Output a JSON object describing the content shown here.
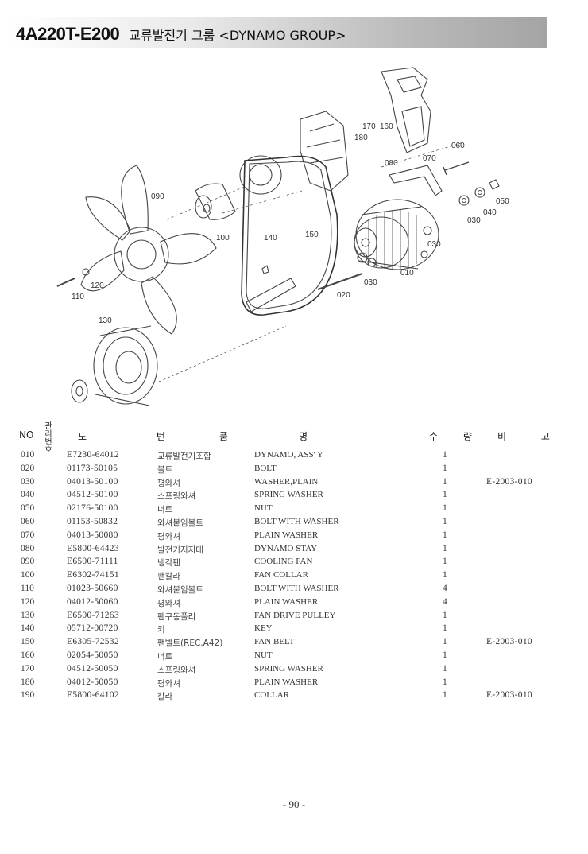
{
  "header": {
    "model_code": "4A220T-E200",
    "group_name": "교류발전기 그룹 <DYNAMO GROUP>"
  },
  "diagram": {
    "callouts": [
      "170",
      "160",
      "180",
      "060",
      "070",
      "080",
      "090",
      "050",
      "040",
      "030",
      "100",
      "140",
      "150",
      "030",
      "010",
      "030",
      "020",
      "120",
      "110",
      "130"
    ]
  },
  "table": {
    "headers": {
      "no": "NO",
      "ref": "관리 번호",
      "part_no": "도 번",
      "name_kr": "품",
      "name_en": "명",
      "qty": "수 량",
      "remark": "비 고"
    },
    "rows": [
      {
        "no": "010",
        "part": "E7230-64012",
        "kor": "교류발전기조합",
        "name": "DYNAMO, ASS' Y",
        "qty": "1",
        "remark": ""
      },
      {
        "no": "020",
        "part": "01173-50105",
        "kor": "볼트",
        "name": "BOLT",
        "qty": "1",
        "remark": ""
      },
      {
        "no": "030",
        "part": "04013-50100",
        "kor": "평와셔",
        "name": "WASHER,PLAIN",
        "qty": "1",
        "remark": "E-2003-010"
      },
      {
        "no": "040",
        "part": "04512-50100",
        "kor": "스프링와셔",
        "name": "SPRING WASHER",
        "qty": "1",
        "remark": ""
      },
      {
        "no": "050",
        "part": "02176-50100",
        "kor": "너트",
        "name": "NUT",
        "qty": "1",
        "remark": ""
      },
      {
        "no": "060",
        "part": "01153-50832",
        "kor": "와셔붙임볼트",
        "name": "BOLT WITH WASHER",
        "qty": "1",
        "remark": ""
      },
      {
        "no": "070",
        "part": "04013-50080",
        "kor": "평와셔",
        "name": "PLAIN WASHER",
        "qty": "1",
        "remark": ""
      },
      {
        "no": "080",
        "part": "E5800-64423",
        "kor": "발전기지지대",
        "name": "DYNAMO STAY",
        "qty": "1",
        "remark": ""
      },
      {
        "no": "090",
        "part": "E6500-71111",
        "kor": "냉각팬",
        "name": "COOLING FAN",
        "qty": "1",
        "remark": ""
      },
      {
        "no": "100",
        "part": "E6302-74151",
        "kor": "팬칼라",
        "name": "FAN COLLAR",
        "qty": "1",
        "remark": ""
      },
      {
        "no": "110",
        "part": "01023-50660",
        "kor": "와셔붙임볼트",
        "name": "BOLT WITH WASHER",
        "qty": "4",
        "remark": ""
      },
      {
        "no": "120",
        "part": "04012-50060",
        "kor": "평와셔",
        "name": "PLAIN WASHER",
        "qty": "4",
        "remark": ""
      },
      {
        "no": "130",
        "part": "E6500-71263",
        "kor": "팬구동풀리",
        "name": "FAN DRIVE PULLEY",
        "qty": "1",
        "remark": ""
      },
      {
        "no": "140",
        "part": "05712-00720",
        "kor": "키",
        "name": "KEY",
        "qty": "1",
        "remark": ""
      },
      {
        "no": "150",
        "part": "E6305-72532",
        "kor": "팬벨트(REC.A42)",
        "name": "FAN BELT",
        "qty": "1",
        "remark": "E-2003-010"
      },
      {
        "no": "160",
        "part": "02054-50050",
        "kor": "너트",
        "name": "NUT",
        "qty": "1",
        "remark": ""
      },
      {
        "no": "170",
        "part": "04512-50050",
        "kor": "스프링와셔",
        "name": "SPRING WASHER",
        "qty": "1",
        "remark": ""
      },
      {
        "no": "180",
        "part": "04012-50050",
        "kor": "평와셔",
        "name": "PLAIN WASHER",
        "qty": "1",
        "remark": ""
      },
      {
        "no": "190",
        "part": "E5800-64102",
        "kor": "칼라",
        "name": "COLLAR",
        "qty": "1",
        "remark": "E-2003-010"
      }
    ]
  },
  "footer": {
    "page_number": "- 90 -"
  }
}
